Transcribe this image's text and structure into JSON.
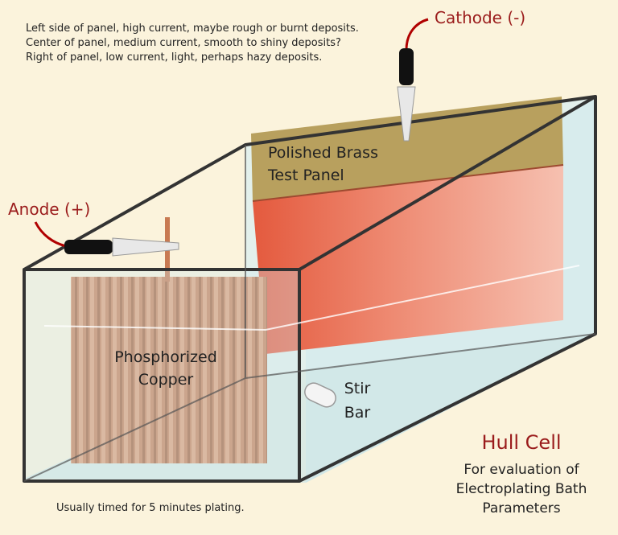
{
  "notes": {
    "line1": "Left side of panel, high current, maybe rough or burnt deposits.",
    "line2": "Center of panel, medium current, smooth to shiny deposits?",
    "line3": "Right of panel, low current, light, perhaps hazy deposits."
  },
  "labels": {
    "cathode": "Cathode (-)",
    "anode": "Anode (+)",
    "panel_line1": "Polished Brass",
    "panel_line2": "Test Panel",
    "copper_line1": "Phosphorized",
    "copper_line2": "Copper",
    "stir_line1": "Stir",
    "stir_line2": "Bar"
  },
  "title": {
    "main": "Hull Cell",
    "sub_line1": "For evaluation of",
    "sub_line2": "Electroplating Bath",
    "sub_line3": "Parameters"
  },
  "footer": "Usually timed for 5 minutes plating.",
  "colors": {
    "background": "#fbf3dc",
    "accent_red": "#9a1b1b",
    "brass": "#b8a05e",
    "plating": "#e8745a",
    "copper": "#c47a4e",
    "water": "#cfe9ef"
  }
}
